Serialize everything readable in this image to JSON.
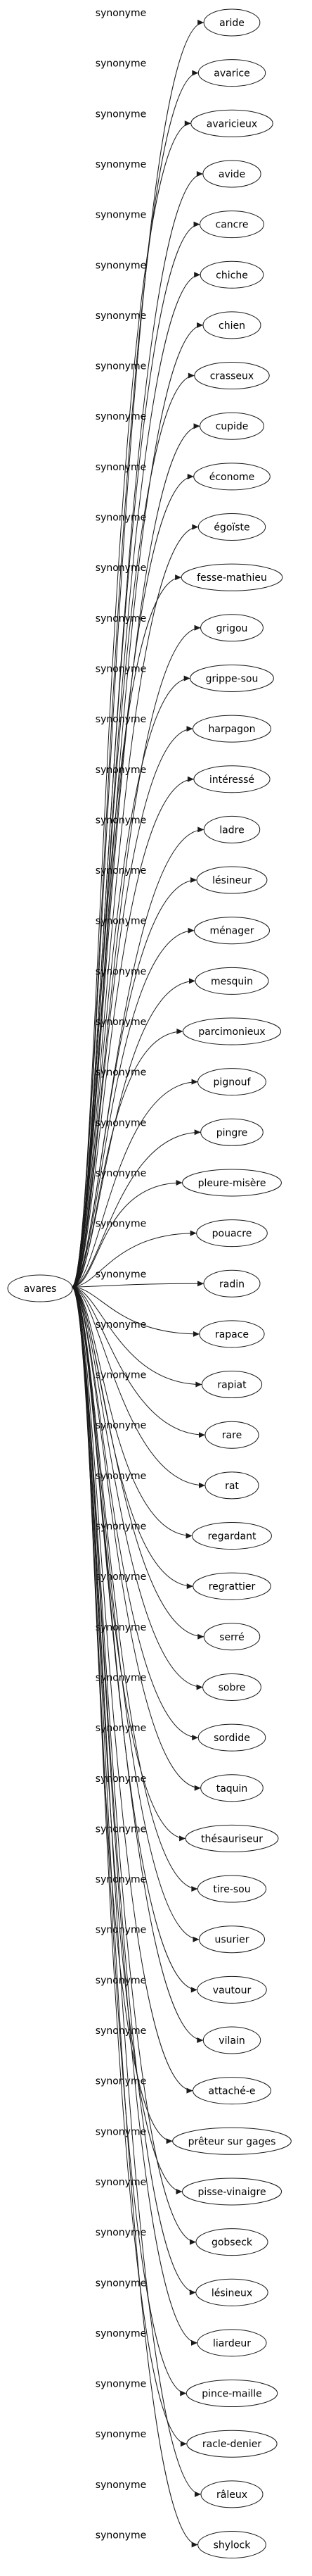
{
  "root": {
    "label": "avares"
  },
  "relation_label": "synonyme",
  "synonyms": [
    "aride",
    "avarice",
    "avaricieux",
    "avide",
    "cancre",
    "chiche",
    "chien",
    "crasseux",
    "cupide",
    "économe",
    "égoïste",
    "fesse-mathieu",
    "grigou",
    "grippe-sou",
    "harpagon",
    "intéressé",
    "ladre",
    "lésineur",
    "ménager",
    "mesquin",
    "parcimonieux",
    "pignouf",
    "pingre",
    "pleure-misère",
    "pouacre",
    "radin",
    "rapace",
    "rapiat",
    "rare",
    "rat",
    "regardant",
    "regrattier",
    "serré",
    "sobre",
    "sordide",
    "taquin",
    "thésauriseur",
    "tire-sou",
    "usurier",
    "vautour",
    "vilain",
    "attaché-e",
    "prêteur sur gages",
    "pisse-vinaigre",
    "gobseck",
    "lésineux",
    "liardeur",
    "pince-maille",
    "racle-denier",
    "râleux",
    "shylock"
  ]
}
